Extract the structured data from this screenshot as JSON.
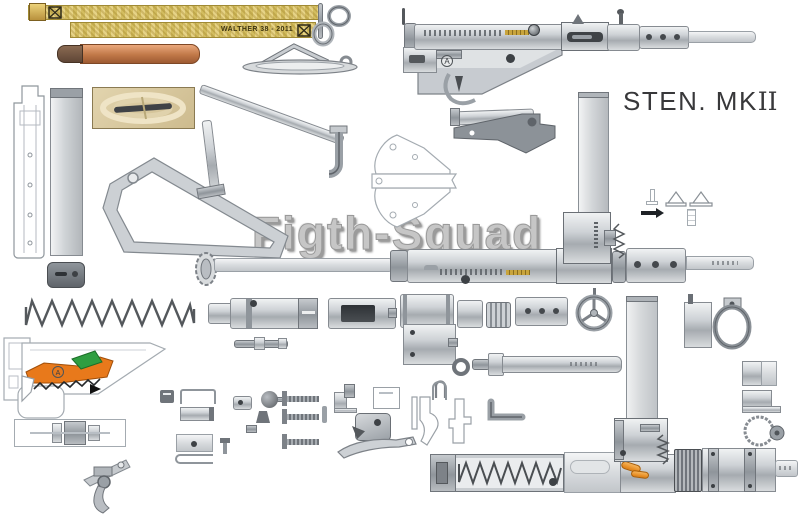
{
  "title": {
    "main": "STEN. MK",
    "suffix": "II"
  },
  "watermark": "Figth-Squad",
  "slings": {
    "stamp": "WALTHER 38 - 2011"
  },
  "marks": {
    "proof": "A"
  },
  "colors": {
    "orange_lever": "#E8791B",
    "green_sear": "#2F9E41",
    "cartridge_orange": "#E8891E",
    "khaki_webbing": "#DCC56E",
    "copper_bottle": "#C07848",
    "gold_stamping": "#C8A43C",
    "metal_light": "#E7E9EB",
    "metal_mid": "#B9BDC2",
    "metal_dark": "#7C8187",
    "ink": "#38383A"
  }
}
